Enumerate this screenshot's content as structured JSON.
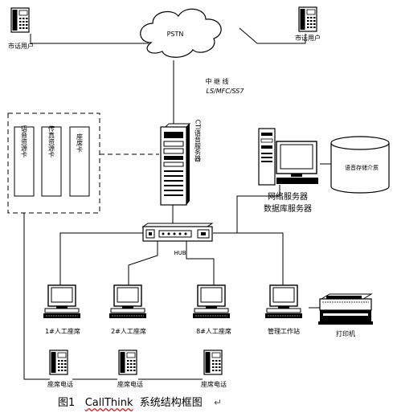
{
  "network": {
    "pstn": "PSTN",
    "trunk_line1": "中 继 线",
    "trunk_line2": "LS/MFC/SS7"
  },
  "users": {
    "left": "市话用户",
    "right": "市话用户"
  },
  "cards": {
    "voice": "语音资源卡",
    "fax": "传真资源卡",
    "seat": "座席卡"
  },
  "cti_server": "CTI语音服务器",
  "storage": "语音存储介质",
  "net_server": {
    "line1": "网络服务器",
    "line2": "数据库服务器"
  },
  "hub": "HUB",
  "workstations": [
    "1#人工座席",
    "2#人工座席",
    "8#人工座席",
    "管理工作站"
  ],
  "printer": "打印机",
  "seat_phones": [
    "座席电话",
    "座席电话",
    "座席电话"
  ],
  "caption": {
    "figure": "图1",
    "brand": "CallThink",
    "title": "系统结构框图",
    "return_mark": "↵"
  }
}
